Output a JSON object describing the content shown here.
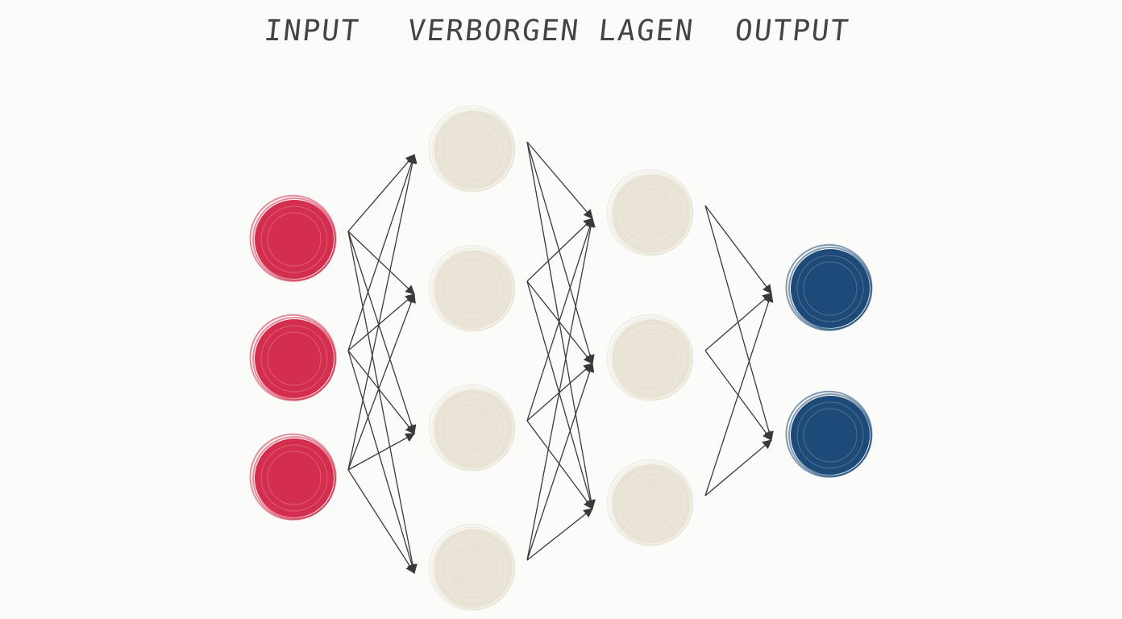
{
  "labels": {
    "input": "INPUT",
    "hidden": "VERBORGEN LAGEN",
    "output": "OUTPUT"
  },
  "colors": {
    "input_node": "#d42e4f",
    "hidden_node": "#e8e3d5",
    "output_node": "#1d4a78",
    "edge": "#3a3a3a",
    "text": "#444444"
  },
  "layers": [
    {
      "name": "input",
      "nodes": 3
    },
    {
      "name": "hidden-1",
      "nodes": 4
    },
    {
      "name": "hidden-2",
      "nodes": 3
    },
    {
      "name": "output",
      "nodes": 2
    }
  ]
}
